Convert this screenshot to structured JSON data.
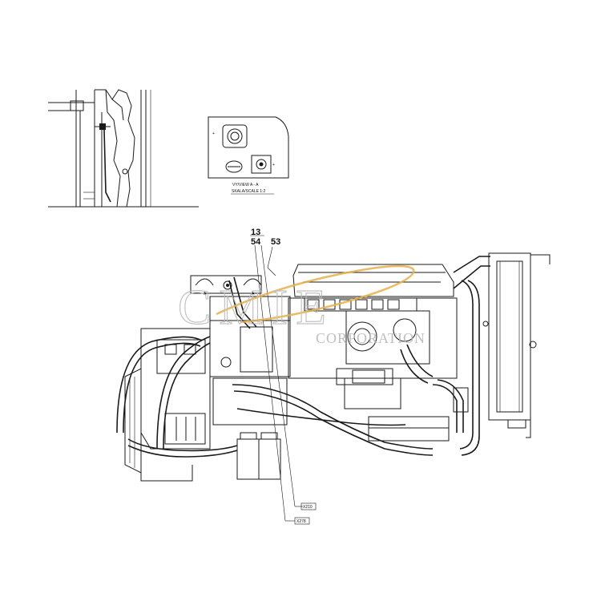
{
  "callouts": {
    "c13": "13",
    "c54": "54",
    "c53": "53"
  },
  "connector_tags": {
    "x210": "X210",
    "x278": "X278"
  },
  "view_detail": {
    "caption_line1": "VY/VIEW A - A",
    "caption_line2": "SKALA/SCALE 1:2",
    "section_mark_left": "A",
    "section_mark_right": "A"
  },
  "watermark": {
    "brand": "CMIE",
    "subtitle": "CORPORATION",
    "accent_color": "#e8b04a"
  }
}
